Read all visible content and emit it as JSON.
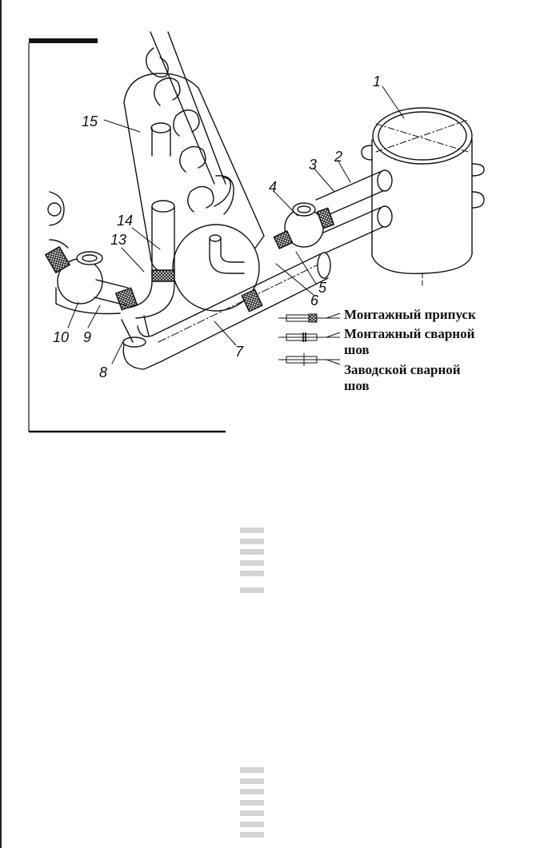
{
  "figure": {
    "callouts": [
      "1",
      "2",
      "3",
      "4",
      "5",
      "6",
      "7",
      "8",
      "9",
      "10",
      "13",
      "14",
      "15"
    ],
    "legend": [
      {
        "line1": "Монтажный припуск",
        "line2": ""
      },
      {
        "line1": "Монтажный сварной",
        "line2": "шов"
      },
      {
        "line1": "Заводской сварной",
        "line2": "шов"
      }
    ]
  }
}
